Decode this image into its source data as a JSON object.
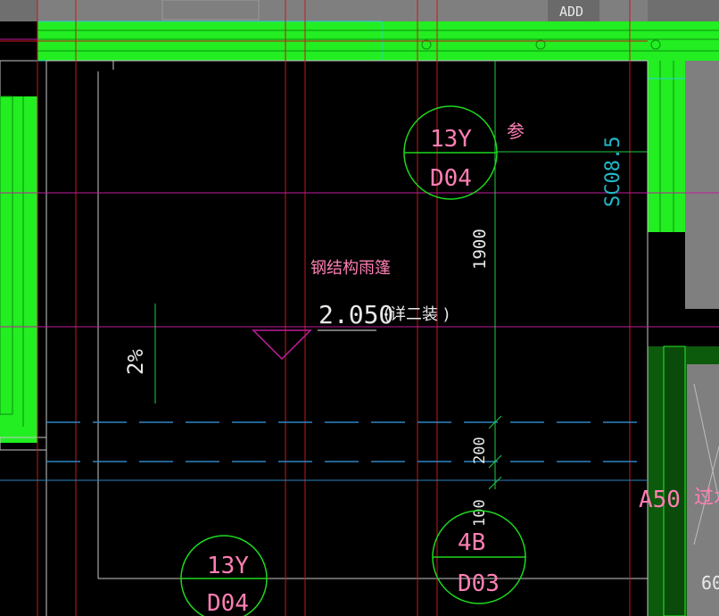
{
  "drawing": {
    "texts": {
      "add_label": "ADD",
      "detail_tag_top_upper": "13Y",
      "detail_tag_top_lower": "D04",
      "detail_tag_mid_upper": "4B",
      "detail_tag_mid_lower": "D03",
      "detail_tag_bottom_upper": "13Y",
      "detail_tag_bottom_lower": "D04",
      "canopy_note": "钢结构雨篷",
      "elevation_value": "2.050",
      "elevation_note": "(详二装 )",
      "slope_label": "2%",
      "dim_1900": "1900",
      "dim_200": "200",
      "dim_100": "100",
      "ref_char": "参",
      "sc_label": "SC08.5",
      "a50_label": "A50",
      "guo_label": "过水",
      "num_60": "60"
    },
    "colors": {
      "background": "#000000",
      "wall_fill": "#22ee22",
      "dark_green": "#0c5a0c",
      "gray_block": "#7f7f7f",
      "red_line": "#c81818",
      "magenta_line": "#c01c9c",
      "text_pink": "#ff7fb4",
      "text_white": "#e8e8e8",
      "text_cyan": "#22b8c8",
      "circle_green": "#1ed81e",
      "dim_green": "#22cc44",
      "blue_dash": "#2e84c4"
    }
  }
}
